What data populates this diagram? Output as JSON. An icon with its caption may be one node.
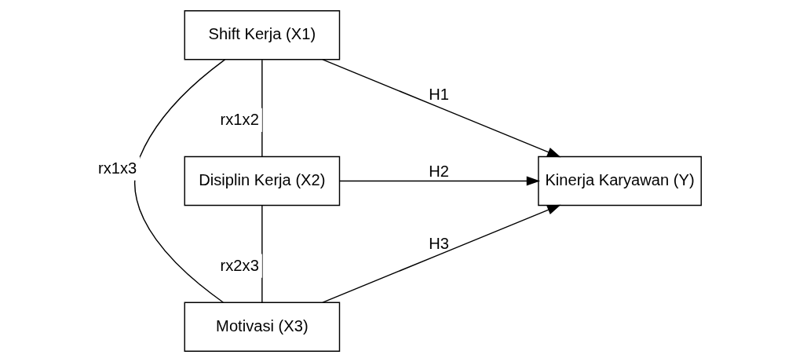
{
  "diagram": {
    "nodes": [
      {
        "text": [
          "Shift Kerja (X1)"
        ]
      },
      {
        "text": [
          "Disiplin Kerja (X2)"
        ]
      },
      {
        "text": [
          "Motivasi (X3)"
        ]
      },
      {
        "text": [
          "Kinerja Karyawan (Y)"
        ]
      }
    ],
    "edges": [
      {
        "from": 0,
        "to": 3,
        "arrow": "to",
        "label": "H1"
      },
      {
        "from": 1,
        "to": 3,
        "arrow": "to",
        "label": "H2"
      },
      {
        "from": 2,
        "to": 3,
        "arrow": "to",
        "label": "H3"
      },
      {
        "from": 0,
        "to": 1,
        "arrow": "none",
        "label": "rx1x2"
      },
      {
        "from": 1,
        "to": 2,
        "arrow": "none",
        "label": "rx2x3"
      },
      {
        "from": 0,
        "to": 2,
        "arrow": "none",
        "label": "rx1x3"
      }
    ]
  }
}
